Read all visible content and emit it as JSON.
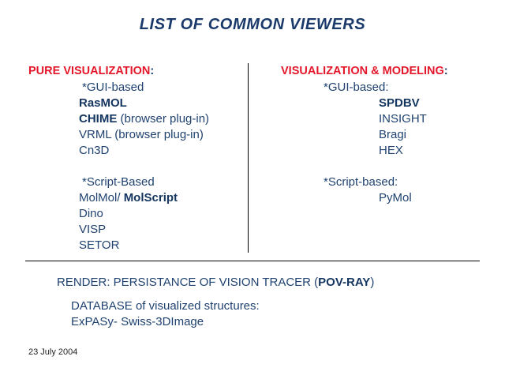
{
  "slide": {
    "title": "LIST OF COMMON VIEWERS",
    "date": "23 July 2004",
    "colors": {
      "title_blue": "#1a3a6b",
      "header_red": "#e4172a",
      "body_blue": "#1f4270",
      "bold_blue": "#14355f",
      "rule_black": "#000000",
      "background": "#ffffff"
    }
  },
  "left_column": {
    "header": "PURE VISUALIZATION",
    "header_colon": ":",
    "group1_label": "*GUI-based",
    "group1_items": [
      {
        "text": "RasMOL",
        "bold": true
      },
      {
        "text": "CHIME",
        "bold": true,
        "suffix": " (browser plug-in)"
      },
      {
        "text": "VRML (browser plug-in)",
        "bold": false
      },
      {
        "text": "Cn3D",
        "bold": false
      }
    ],
    "group2_label": "*Script-Based",
    "group2_items": [
      {
        "text": "MolMol/ ",
        "bold": false,
        "bold_suffix": "MolScript"
      },
      {
        "text": "Dino",
        "bold": false
      },
      {
        "text": "VISP",
        "bold": false
      },
      {
        "text": "SETOR",
        "bold": false
      }
    ]
  },
  "right_column": {
    "header": "VISUALIZATION & MODELING",
    "header_colon": ":",
    "group1_label": "*GUI-based:",
    "group1_items": [
      {
        "text": "SPDBV",
        "bold": true
      },
      {
        "text": "INSIGHT",
        "bold": false
      },
      {
        "text": "Bragi",
        "bold": false
      },
      {
        "text": "HEX",
        "bold": false
      }
    ],
    "group2_label": "*Script-based:",
    "group2_items": [
      {
        "text": "PyMol",
        "bold": false
      }
    ]
  },
  "footer": {
    "render_prefix": "RENDER: PERSISTANCE OF VISION TRACER (",
    "render_bold": "POV-RAY",
    "render_suffix": ")",
    "database_label": "DATABASE of visualized structures:",
    "database_value": "ExPASy- Swiss-3DImage"
  }
}
